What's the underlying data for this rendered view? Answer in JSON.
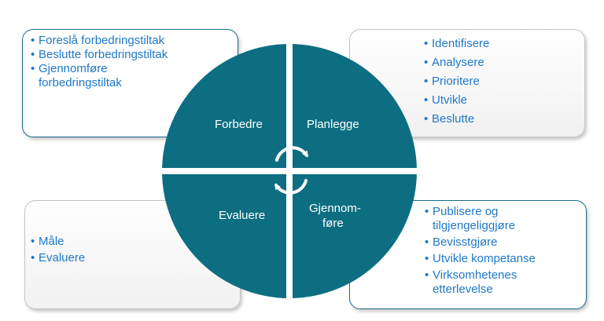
{
  "quadrants": {
    "top_left": "Forbedre",
    "top_right": "Planlegge",
    "bottom_left": "Evaluere",
    "bottom_right_line1": "Gjennom-",
    "bottom_right_line2": "føre"
  },
  "boxes": {
    "top_left": [
      "Foreslå forbedringstiltak",
      "Beslutte forbedringstiltak",
      "Gjennomføre forbedringstiltak"
    ],
    "top_right": [
      "Identifisere",
      "Analysere",
      "Prioritere",
      "Utvikle",
      "Beslutte"
    ],
    "bottom_left": [
      "Måle",
      "Evaluere"
    ],
    "bottom_right": [
      "Publisere og tilgjengeliggjøre",
      "Bevisstgjøre",
      "Utvikle kompetanse",
      "Virksomhetenes etterlevelse"
    ]
  },
  "colors": {
    "wheel": "#0d6e82",
    "text_blue": "#1f78c8",
    "box_border": "#1b6d8a"
  },
  "icons": [
    "cycle-arrows-icon"
  ]
}
